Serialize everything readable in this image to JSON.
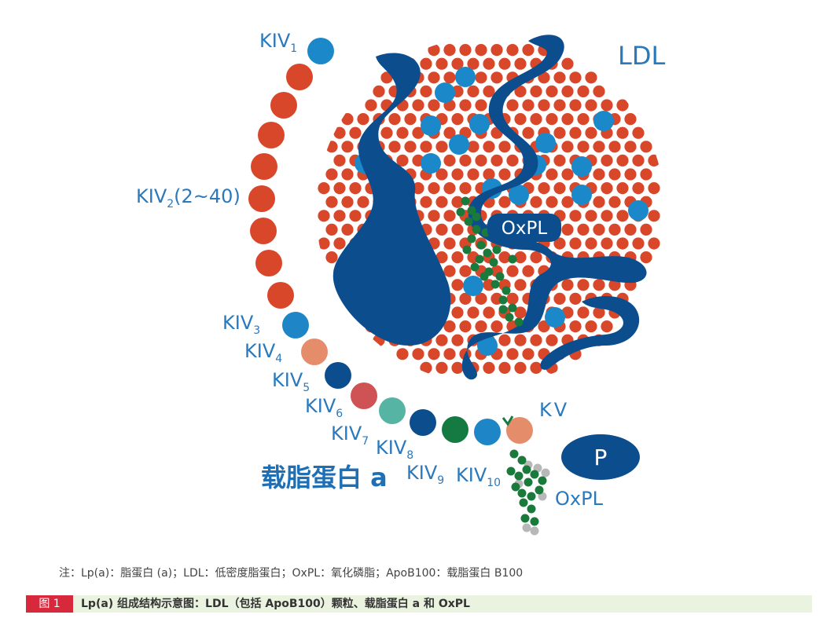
{
  "colors": {
    "kiv1": "#1a88c9",
    "kiv2": "#d9472b",
    "kiv3": "#1e86c6",
    "kiv4": "#e58c6a",
    "kiv5": "#0c4d8d",
    "kiv6": "#cf5255",
    "kiv7": "#55b4a4",
    "kiv8": "#0c4d8d",
    "kiv9": "#157a42",
    "kiv10": "#1e86c6",
    "kv": "#e58c6a",
    "p": "#0c4d8d",
    "ldl_red": "#d9472b",
    "ldl_blue": "#1a88c9",
    "apob_ribbon": "#0c4d8d",
    "oxpl_green": "#1a7a3c",
    "oxpl_gray": "#b8b8b8",
    "label_blue": "#2b79bd",
    "caption_tag": "#d7283c",
    "caption_bg": "#eaf3e0"
  },
  "diagram": {
    "ldl_label": "LDL",
    "oxpl_label_inner": "OxPL",
    "oxpl_label_outer": "OxPL",
    "p_label": "P",
    "apoa_label": "载脂蛋白 a",
    "kiv1": {
      "main": "KIV",
      "sub": "1"
    },
    "kiv2": {
      "main": "KIV",
      "sub": "2",
      "suffix": "(2~40)"
    },
    "kiv3": {
      "main": "KIV",
      "sub": "3"
    },
    "kiv4": {
      "main": "KIV",
      "sub": "4"
    },
    "kiv5": {
      "main": "KIV",
      "sub": "5"
    },
    "kiv6": {
      "main": "KIV",
      "sub": "6"
    },
    "kiv7": {
      "main": "KIV",
      "sub": "7"
    },
    "kiv8": {
      "main": "KIV",
      "sub": "8"
    },
    "kiv9": {
      "main": "KIV",
      "sub": "9"
    },
    "kiv10": {
      "main": "KIV",
      "sub": "10"
    },
    "kv": "KV"
  },
  "note": "注：Lp(a)：脂蛋白 (a)；LDL：低密度脂蛋白；OxPL：氧化磷脂；ApoB100：载脂蛋白 B100",
  "caption": {
    "tag": "图 1",
    "text": "Lp(a) 组成结构示意图：LDL（包括 ApoB100）颗粒、载脂蛋白 a 和 OxPL"
  }
}
